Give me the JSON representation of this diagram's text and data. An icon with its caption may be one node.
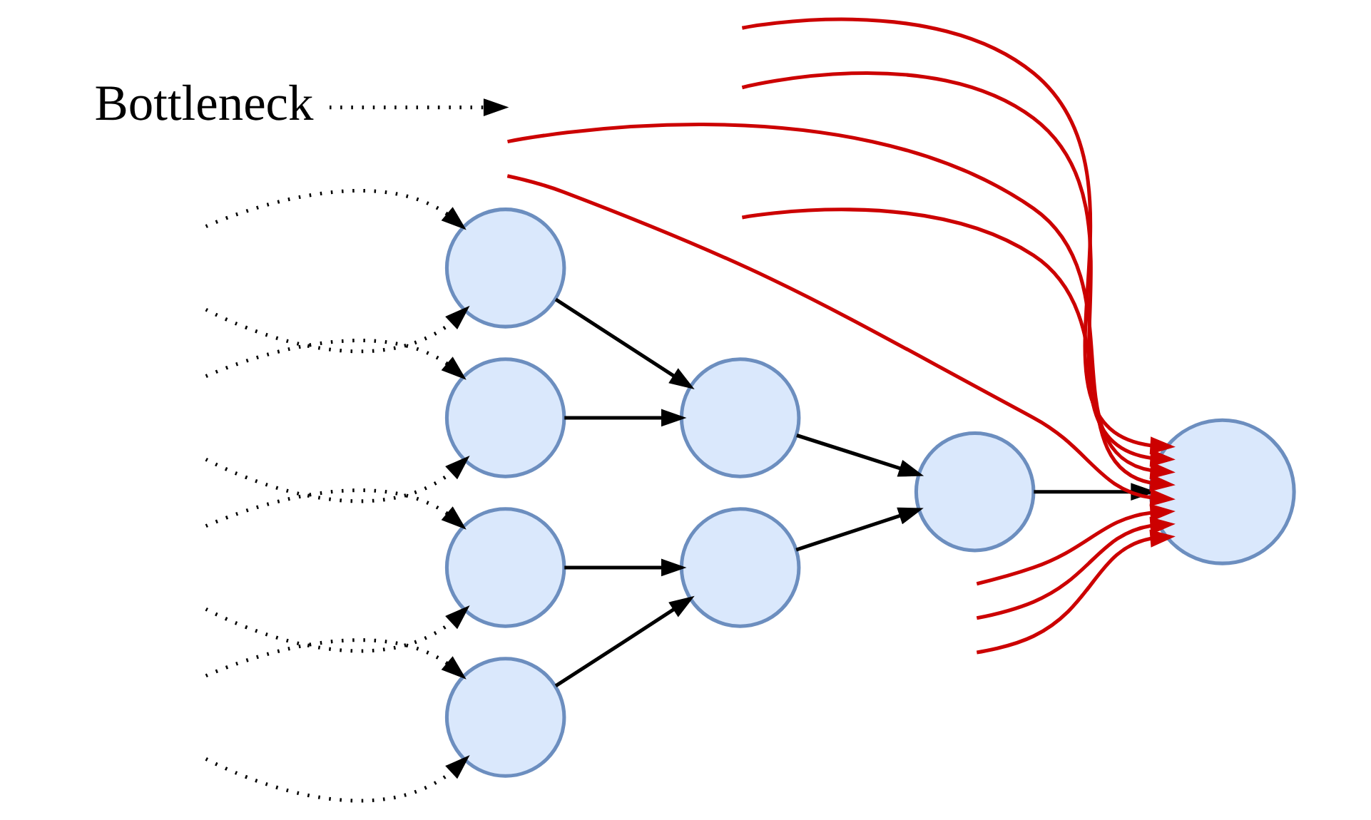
{
  "diagram": {
    "nodes": [
      {
        "text": [],
        "shape": "circle"
      },
      {
        "text": [],
        "shape": "circle"
      },
      {
        "text": [],
        "shape": "circle"
      },
      {
        "text": [],
        "shape": "circle"
      },
      {
        "text": [],
        "shape": "circle"
      },
      {
        "text": [],
        "shape": "circle"
      },
      {
        "text": [],
        "shape": "circle"
      },
      {
        "text": [],
        "shape": "circle"
      },
      {
        "text": [
          "Bottleneck"
        ]
      }
    ],
    "edges": [
      {
        "from": null,
        "to": 0,
        "arrow": "to",
        "style": "dashed"
      },
      {
        "from": null,
        "to": 0,
        "arrow": "to",
        "style": "dashed"
      },
      {
        "from": null,
        "to": 1,
        "arrow": "to",
        "style": "dashed"
      },
      {
        "from": null,
        "to": 1,
        "arrow": "to",
        "style": "dashed"
      },
      {
        "from": null,
        "to": 2,
        "arrow": "to",
        "style": "dashed"
      },
      {
        "from": null,
        "to": 2,
        "arrow": "to",
        "style": "dashed"
      },
      {
        "from": null,
        "to": 3,
        "arrow": "to",
        "style": "dashed"
      },
      {
        "from": null,
        "to": 3,
        "arrow": "to",
        "style": "dashed"
      },
      {
        "from": 0,
        "to": 4,
        "arrow": "to"
      },
      {
        "from": 1,
        "to": 4,
        "arrow": "to"
      },
      {
        "from": 2,
        "to": 5,
        "arrow": "to"
      },
      {
        "from": 3,
        "to": 5,
        "arrow": "to"
      },
      {
        "from": 4,
        "to": 6,
        "arrow": "to"
      },
      {
        "from": 5,
        "to": 6,
        "arrow": "to"
      },
      {
        "from": 6,
        "to": 7,
        "arrow": "to"
      },
      {
        "from": null,
        "to": 7,
        "arrow": "to",
        "color": "#cc0000"
      },
      {
        "from": null,
        "to": 7,
        "arrow": "to",
        "color": "#cc0000"
      },
      {
        "from": null,
        "to": 7,
        "arrow": "to",
        "color": "#cc0000"
      },
      {
        "from": null,
        "to": 7,
        "arrow": "to",
        "color": "#cc0000"
      },
      {
        "from": null,
        "to": 7,
        "arrow": "to",
        "color": "#cc0000"
      },
      {
        "from": null,
        "to": 7,
        "arrow": "to",
        "color": "#cc0000"
      },
      {
        "from": null,
        "to": 7,
        "arrow": "to",
        "color": "#cc0000"
      },
      {
        "from": null,
        "to": 7,
        "arrow": "to",
        "color": "#cc0000"
      },
      {
        "from": 8,
        "to": null,
        "arrow": "to",
        "style": "dashed"
      }
    ]
  }
}
